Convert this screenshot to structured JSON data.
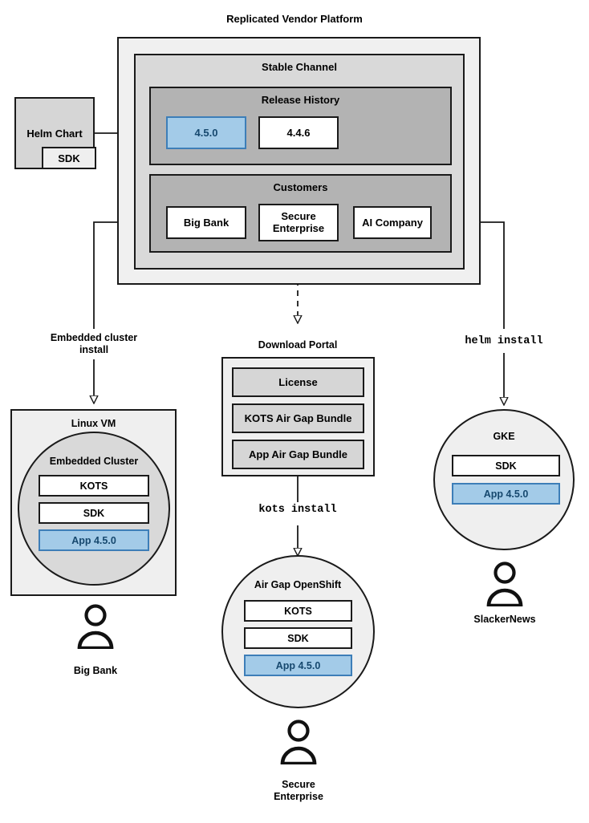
{
  "diagram": {
    "title": "Replicated Vendor Platform",
    "vendor_platform": {
      "channel": {
        "title": "Stable Channel"
      },
      "release_history": {
        "title": "Release History",
        "releases": [
          {
            "version": "4.5.0",
            "state": "highlighted"
          },
          {
            "version": "4.4.6",
            "state": "normal"
          }
        ]
      },
      "customers": {
        "title": "Customers",
        "items": [
          "Big Bank",
          "Secure Enterprise",
          "AI Company"
        ]
      }
    },
    "helm_chart": {
      "title": "Helm Chart",
      "sdk_label": "SDK"
    },
    "download_portal": {
      "title": "Download Portal",
      "artifacts": [
        "License",
        "KOTS Air Gap Bundle",
        "App Air Gap Bundle"
      ]
    },
    "edges": [
      {
        "id": "embedded-install",
        "label": "Embedded cluster\ninstall",
        "style": "solid"
      },
      {
        "id": "kots-install",
        "label": "kots install",
        "style": "mono"
      },
      {
        "id": "helm-install",
        "label": "helm install",
        "style": "mono"
      }
    ],
    "targets": [
      {
        "id": "linux-vm",
        "host_label": "Linux VM",
        "cluster_label": "Embedded Cluster",
        "components": [
          "KOTS",
          "SDK",
          "App 4.5.0"
        ],
        "highlighted_component": "App 4.5.0",
        "user": "Big Bank"
      },
      {
        "id": "air-gap-openshift",
        "host_label": "Air Gap OpenShift",
        "components": [
          "KOTS",
          "SDK",
          "App 4.5.0"
        ],
        "highlighted_component": "App 4.5.0",
        "user": "Secure\nEnterprise"
      },
      {
        "id": "gke",
        "host_label": "GKE",
        "components": [
          "SDK",
          "App 4.5.0"
        ],
        "highlighted_component": "App 4.5.0",
        "user": "SlackerNews"
      }
    ],
    "colors": {
      "highlight_fill": "#a3cbe8",
      "highlight_border": "#3d7eb8",
      "platform_fill": "#f0f0f0",
      "channel_fill": "#d9d9d9",
      "section_fill": "#b3b3b3",
      "stroke": "#1a1a1a"
    }
  }
}
